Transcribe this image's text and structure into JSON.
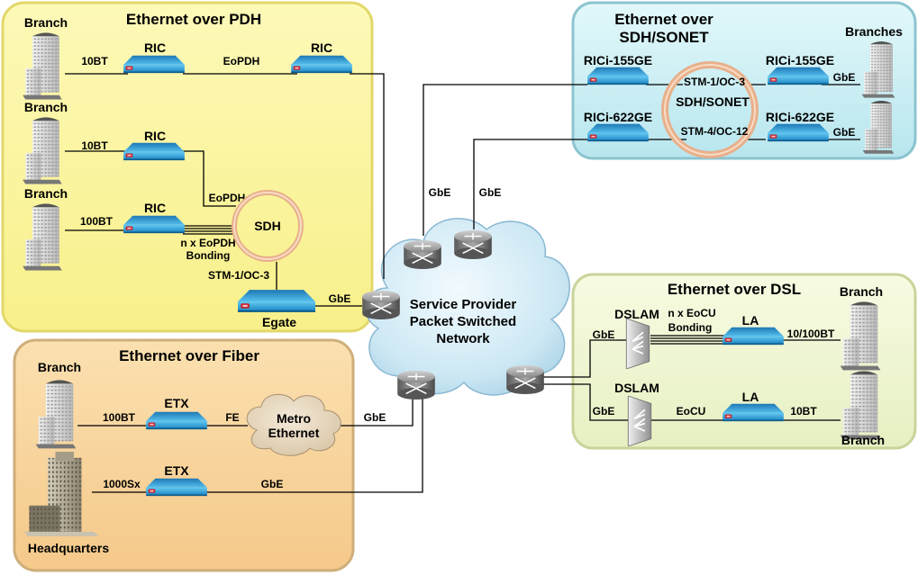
{
  "colors": {
    "pdh_panel": "#fbf59a",
    "fiber_panel": "#f8d49b",
    "sdh_panel": "#c7eff3",
    "dsl_panel": "#eef6cf",
    "cloud": "#cde8f4",
    "device_blue": "#3aa6dc",
    "ring": "#e8b08c"
  },
  "panels": {
    "pdh": {
      "title": "Ethernet over PDH",
      "branch_labels": [
        "Branch",
        "Branch",
        "Branch"
      ],
      "devices": [
        "RIC",
        "RIC",
        "RIC",
        "RIC",
        "Egate"
      ],
      "links": {
        "row1_access": "10BT",
        "row1_trunk": "EoPDH",
        "row2_access": "10BT",
        "row2_trunk": "EoPDH",
        "row3_access": "100BT",
        "bonding_line1": "n x EoPDH",
        "bonding_line2": "Bonding",
        "egate_link": "STM-1/OC-3",
        "uplink": "GbE"
      },
      "ring_label": "SDH"
    },
    "sdh": {
      "title_line1": "Ethernet over",
      "title_line2": "SDH/SONET",
      "branches_label": "Branches",
      "devices": [
        "RICi-155GE",
        "RICi-622GE",
        "RICi-155GE",
        "RICi-622GE"
      ],
      "ring_top": "STM-1/OC-3",
      "ring_mid": "SDH/SONET",
      "ring_bottom": "STM-4/OC-12",
      "links": [
        "GbE",
        "GbE"
      ]
    },
    "dsl": {
      "title": "Ethernet over DSL",
      "branch_labels": [
        "Branch",
        "Branch"
      ],
      "dslam_labels": [
        "DSLAM",
        "DSLAM"
      ],
      "la_labels": [
        "LA",
        "LA"
      ],
      "links": {
        "row1_uplink": "GbE",
        "bonding_line1": "n x EoCU",
        "bonding_line2": "Bonding",
        "row1_access": "10/100BT",
        "row2_uplink": "GbE",
        "row2_trunk": "EoCU",
        "row2_access": "10BT"
      }
    },
    "fiber": {
      "title": "Ethernet over Fiber",
      "branch_label": "Branch",
      "hq_label": "Headquarters",
      "devices": [
        "ETX",
        "ETX"
      ],
      "links": {
        "row1_access": "100BT",
        "row1_trunk": "FE",
        "metro_uplink": "GbE",
        "row2_access": "1000Sx",
        "row2_uplink": "GbE"
      },
      "metro_cloud_line1": "Metro",
      "metro_cloud_line2": "Ethernet"
    }
  },
  "core": {
    "line1": "Service Provider",
    "line2": "Packet Switched",
    "line3": "Network",
    "uplink_labels": [
      "GbE",
      "GbE"
    ]
  }
}
